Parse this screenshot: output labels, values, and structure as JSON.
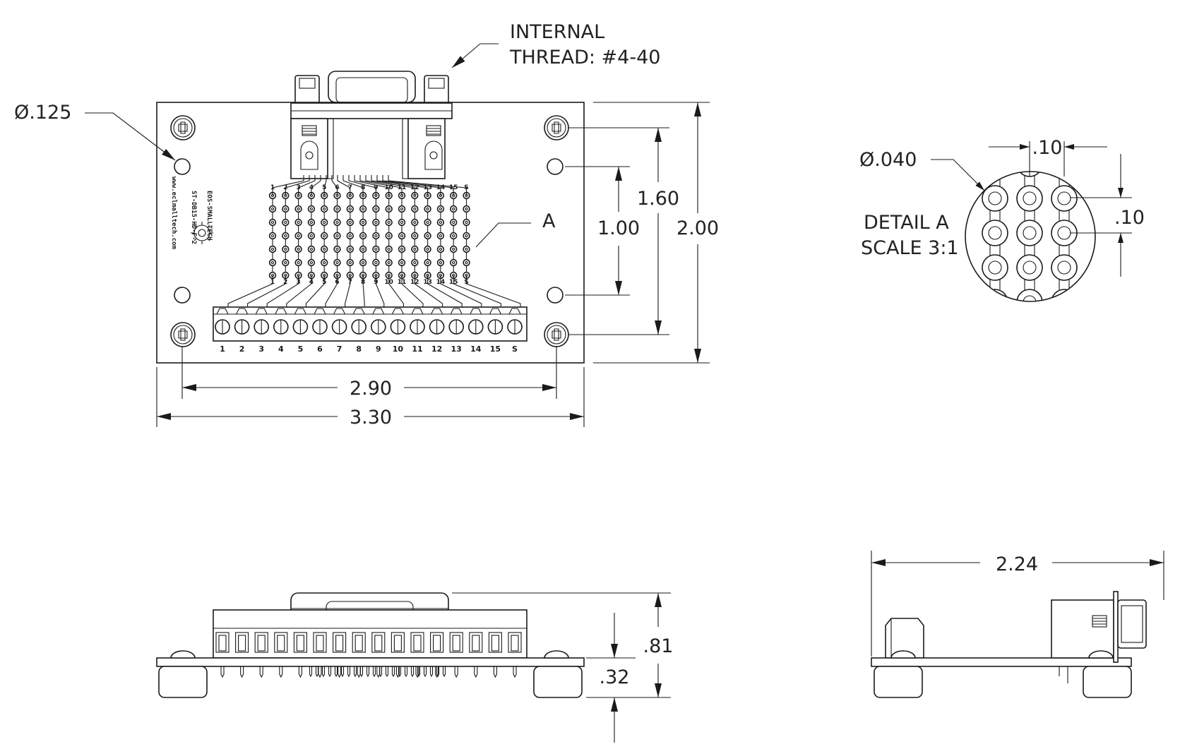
{
  "callouts": {
    "thread_line1": "INTERNAL",
    "thread_line2": "THREAD: #4-40",
    "hole_dia": "Ø.125",
    "detail_ref": "A",
    "pad_dia": "Ø.040",
    "detail_line1": "DETAIL A",
    "detail_line2": "SCALE 3:1"
  },
  "dimensions": {
    "width_mount": "2.90",
    "width_total": "3.30",
    "height_inner": "1.00",
    "height_mount": "1.60",
    "height_total": "2.00",
    "pitch_x": ".10",
    "pitch_y": ".10",
    "height_assembled": ".81",
    "standoff": ".32",
    "depth": "2.24"
  },
  "terminal_labels": [
    "1",
    "2",
    "3",
    "4",
    "5",
    "6",
    "7",
    "8",
    "9",
    "10",
    "11",
    "12",
    "13",
    "14",
    "15",
    "S"
  ],
  "silk_lines": [
    "EOS-SMALLTECH",
    "ST-DB15-HD-F-2",
    "www.eclmalltech.com"
  ]
}
